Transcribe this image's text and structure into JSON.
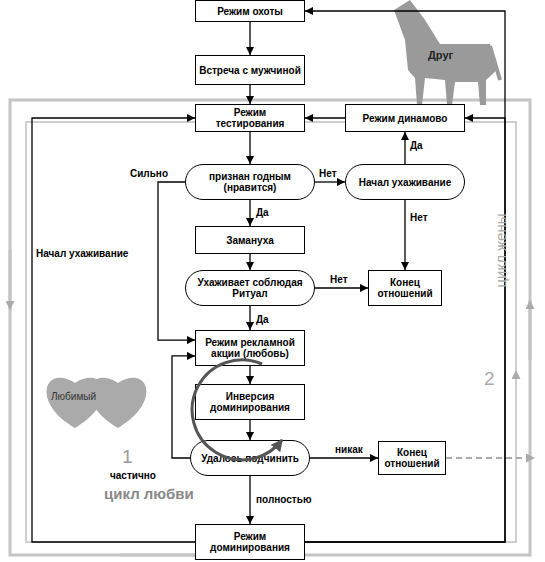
{
  "diagram": {
    "nodes": [
      {
        "text": [
          "Режим охоты"
        ]
      },
      {
        "text": [
          "Встреча с мужчиной"
        ]
      },
      {
        "text": [
          "Режим тестирования"
        ]
      },
      {
        "text": [
          "Режим динамово"
        ]
      },
      {
        "text": [
          "признан годным (нравится)"
        ]
      },
      {
        "text": [
          "Начал ухаживание"
        ]
      },
      {
        "text": [
          "Замануха"
        ]
      },
      {
        "text": [
          "Ухаживает соблюдая Ритуал"
        ]
      },
      {
        "text": [
          "Конец отношений"
        ]
      },
      {
        "text": [
          "Режим рекламной акции (любовь)"
        ]
      },
      {
        "text": [
          "Инверсия доминирования"
        ]
      },
      {
        "text": [
          "Удалось подчинить"
        ]
      },
      {
        "text": [
          "Конец отношений"
        ]
      },
      {
        "text": [
          "Режим доминирования"
        ]
      }
    ],
    "edges": [
      {
        "from": 0,
        "to": 1,
        "arrow": "to"
      },
      {
        "from": 1,
        "to": 2,
        "arrow": "to"
      },
      {
        "from": 2,
        "to": 4,
        "arrow": "to"
      },
      {
        "from": 4,
        "to": 6,
        "label": "Да",
        "arrow": "to"
      },
      {
        "from": 4,
        "to": 5,
        "label": "Нет",
        "arrow": "to"
      },
      {
        "from": 5,
        "to": 3,
        "label": "Да",
        "arrow": "to"
      },
      {
        "from": 3,
        "to": 2,
        "arrow": "to"
      },
      {
        "from": 5,
        "to": 8,
        "label": "Нет",
        "arrow": "to"
      },
      {
        "from": 6,
        "to": 7,
        "arrow": "to"
      },
      {
        "from": 7,
        "to": 8,
        "label": "Нет",
        "arrow": "to"
      },
      {
        "from": 7,
        "to": 9,
        "label": "Да",
        "arrow": "to"
      },
      {
        "from": 9,
        "to": 10,
        "arrow": "to"
      },
      {
        "from": 10,
        "to": 11,
        "arrow": "to"
      },
      {
        "from": 11,
        "to": 9,
        "label": "частично",
        "arrow": "to"
      },
      {
        "from": 11,
        "to": 12,
        "label": "никак",
        "arrow": "to"
      },
      {
        "from": 11,
        "to": 13,
        "label": "полностью",
        "arrow": "to"
      },
      {
        "from": 4,
        "to": 9,
        "label": "Сильно",
        "arrow": "to"
      },
      {
        "from": 13,
        "to": 2,
        "label": "Начал ухаживание",
        "arrow": "to"
      },
      {
        "from": 13,
        "to": 0,
        "arrow": "to"
      },
      {
        "from": 13,
        "to": 3,
        "arrow": "to"
      }
    ],
    "labels": [
      "Друг",
      "Любимый",
      "1",
      "цикл любви",
      "2",
      "цикл жены"
    ]
  }
}
